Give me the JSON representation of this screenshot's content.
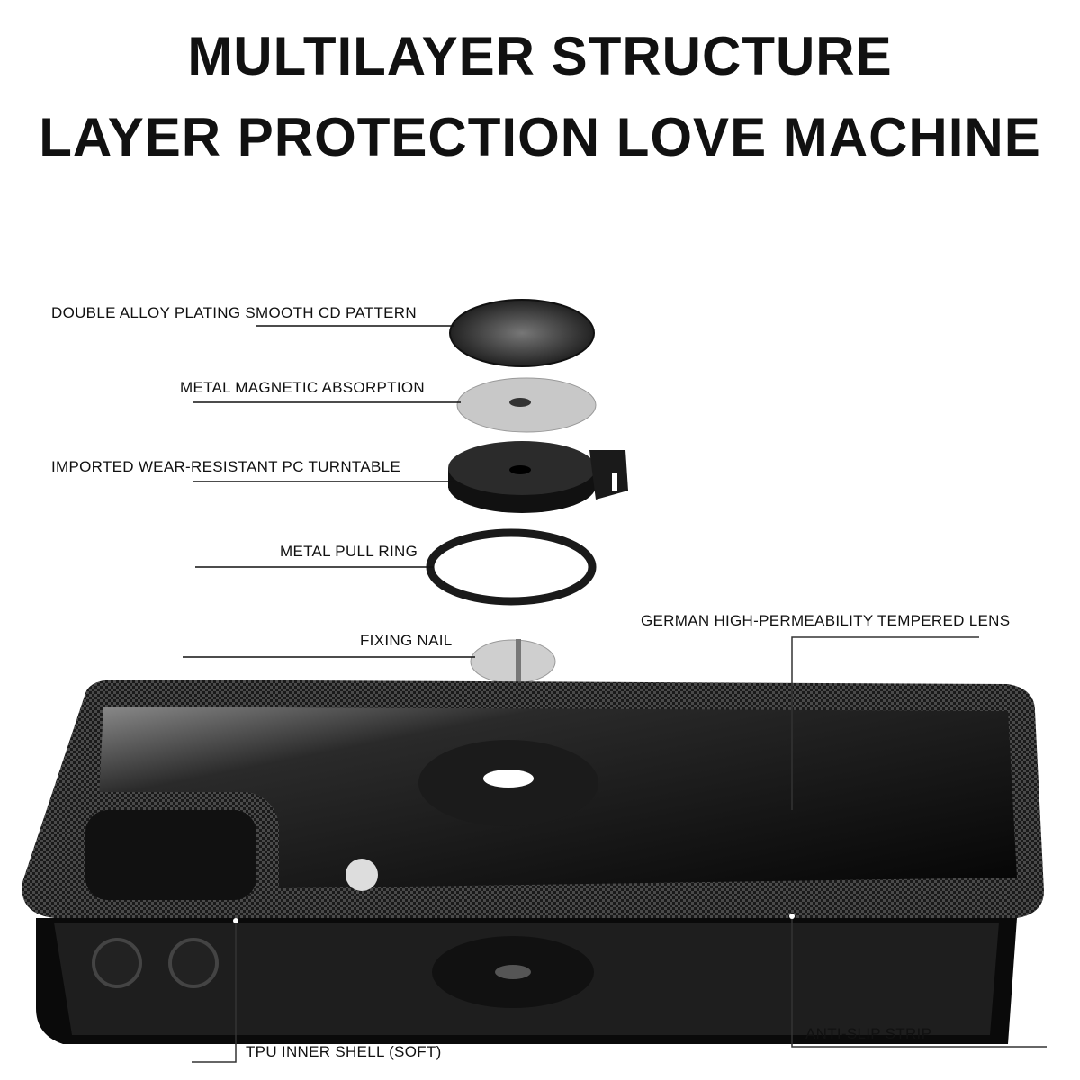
{
  "title": {
    "line1": "MULTILAYER STRUCTURE",
    "line2": "LAYER PROTECTION LOVE MACHINE"
  },
  "labels": {
    "cd_pattern": "DOUBLE ALLOY PLATING SMOOTH CD PATTERN",
    "magnetic": "METAL MAGNETIC ABSORPTION",
    "turntable": "IMPORTED WEAR-RESISTANT PC TURNTABLE",
    "pull_ring": "METAL PULL RING",
    "fixing_nail": "FIXING NAIL",
    "lens": "GERMAN HIGH-PERMEABILITY TEMPERED LENS",
    "anti_slip": "ANTI-SLIP STRIP",
    "tpu_shell": "TPU INNER SHELL (SOFT)"
  }
}
